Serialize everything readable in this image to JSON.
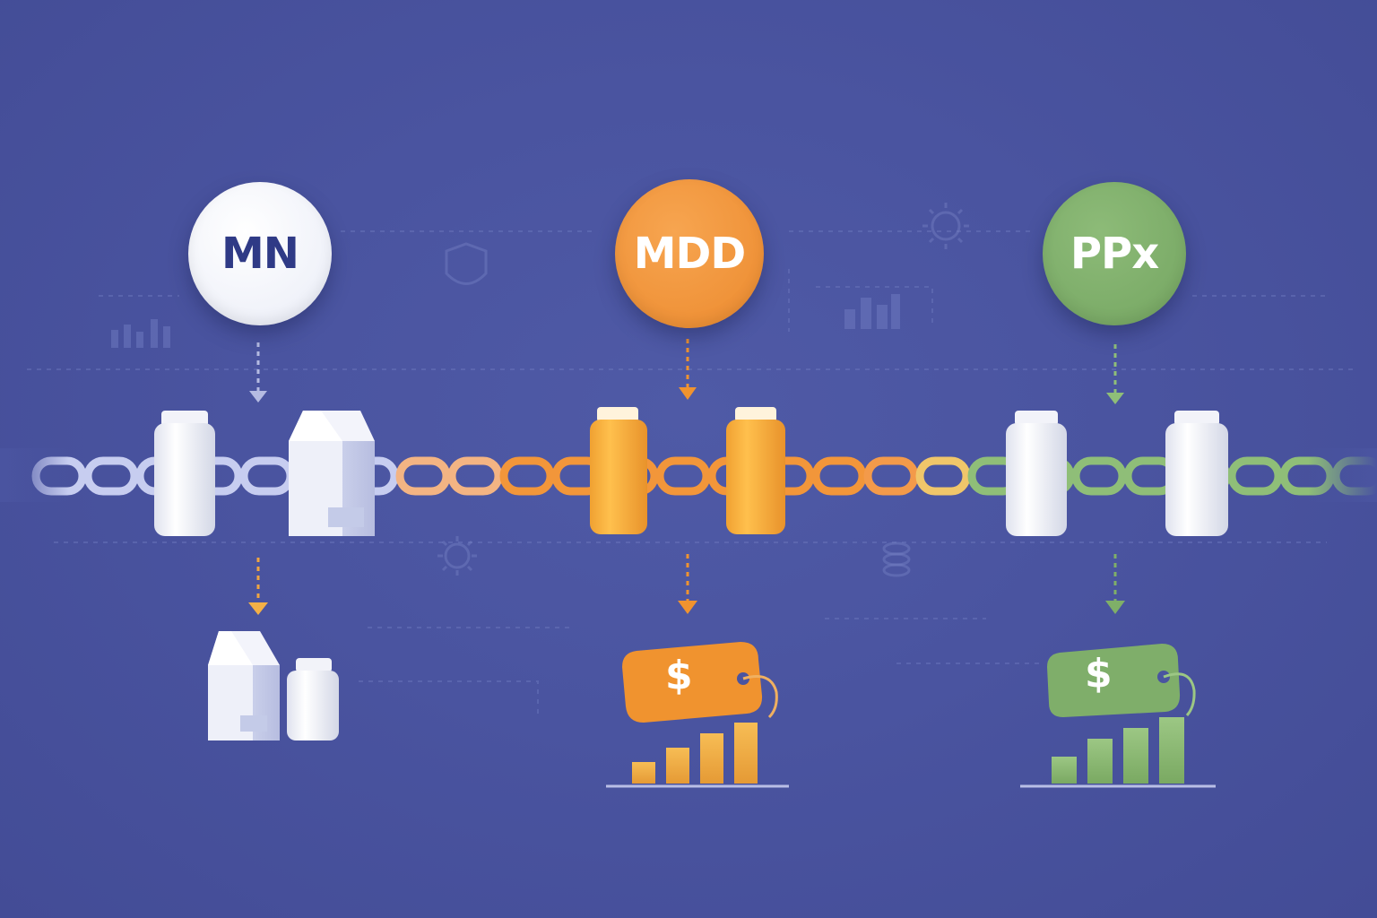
{
  "badges": {
    "mn": "MN",
    "mdd": "MDD",
    "ppx": "PPx"
  },
  "tags": {
    "mdd_symbol": "$",
    "ppx_symbol": "$"
  },
  "colors": {
    "background": "#4a54a0",
    "mn": "#dfe3f5",
    "mdd": "#f0932f",
    "ppx": "#7fae6a",
    "bar_mdd": "#f2b14a",
    "bar_ppx": "#87b86f"
  },
  "icons": [
    "shield-icon",
    "gear-icon",
    "bar-chart-icon",
    "coins-icon",
    "sun-icon"
  ]
}
